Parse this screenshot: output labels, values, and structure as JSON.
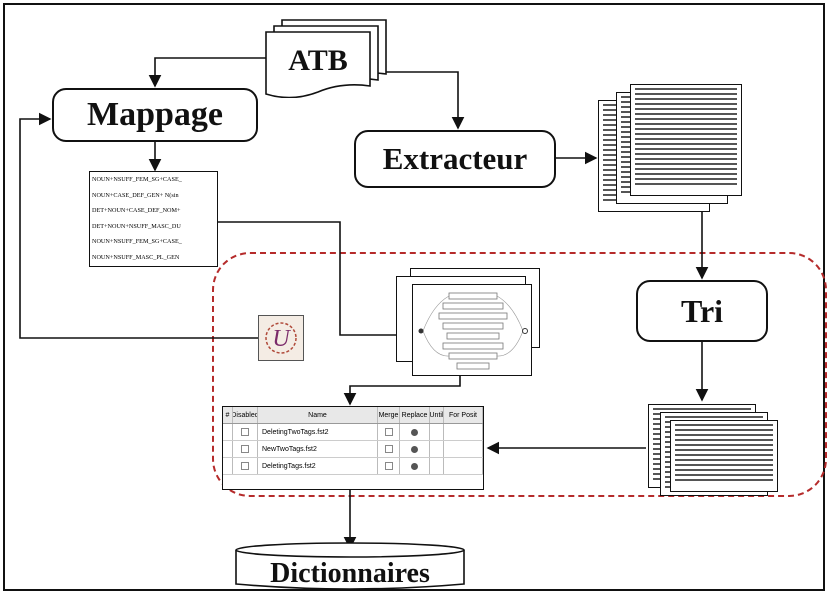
{
  "nodes": {
    "atb": "ATB",
    "mappage": "Mappage",
    "extracteur": "Extracteur",
    "tri": "Tri",
    "dictionnaires": "Dictionnaires"
  },
  "mapping_rules": [
    "NOUN+NSUFF_FEM_SG+CASE_",
    "NOUN+CASE_DEF_GEN+ N(sin",
    "DET+NOUN+CASE_DEF_NOM+",
    "DET+NOUN+NSUFF_MASC_DU",
    "NOUN+NSUFF_FEM_SG+CASE_",
    "NOUN+NSUFF_MASC_PL_GEN"
  ],
  "unitex_logo": "U",
  "tag_table": {
    "headers": [
      "#",
      "Disabled",
      "Name",
      "Merge",
      "Replace",
      "Until",
      "For Posit"
    ],
    "rows": [
      [
        "",
        "",
        "DeletingTwoTags.fst2",
        "",
        "",
        "",
        ""
      ],
      [
        "",
        "",
        "NewTwoTags.fst2",
        "",
        "",
        "",
        ""
      ],
      [
        "",
        "",
        "DeletingTags.fst2",
        "",
        "",
        "",
        ""
      ]
    ]
  },
  "colors": {
    "region_border": "#b52b2b",
    "line": "#111111"
  }
}
